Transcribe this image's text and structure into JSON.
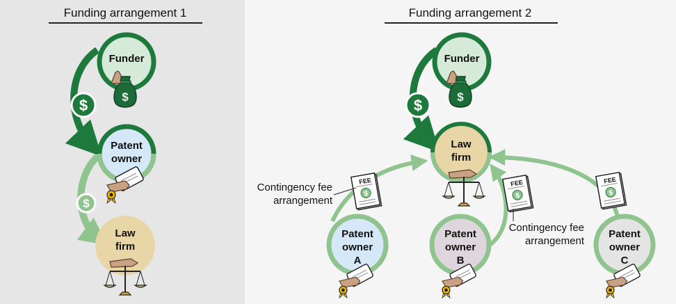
{
  "colors": {
    "dark_green": "#1e7a3c",
    "light_green": "#8fc48f",
    "funder_fill": "#d6ead9",
    "owner_fill": "#d4e8f7",
    "lawfirm_fill": "#e9d6a7",
    "owner_b_fill": "#ded6dc",
    "owner_c_fill": "#e4e4e4",
    "left_panel_bg": "#e6e6e6",
    "right_panel_bg": "#f5f5f5"
  },
  "arrangement1": {
    "title": "Funding arrangement 1",
    "funder": {
      "label": "Funder",
      "icon": "money-bag-icon"
    },
    "patent_owner": {
      "line1": "Patent",
      "line2": "owner",
      "icon": "patent-certificate-icon"
    },
    "law_firm": {
      "line1": "Law",
      "line2": "firm",
      "icon": "scales-of-justice-icon"
    },
    "big_payment_symbol": "$",
    "small_payment_symbol": "$"
  },
  "arrangement2": {
    "title": "Funding arrangement 2",
    "funder": {
      "label": "Funder",
      "icon": "money-bag-icon"
    },
    "law_firm": {
      "line1": "Law",
      "line2": "firm",
      "icon": "scales-of-justice-icon"
    },
    "payment_symbol": "$",
    "owners": [
      {
        "line1": "Patent",
        "line2": "owner",
        "line3": "A",
        "icon": "patent-certificate-icon"
      },
      {
        "line1": "Patent",
        "line2": "owner",
        "line3": "B",
        "icon": "patent-certificate-icon"
      },
      {
        "line1": "Patent",
        "line2": "owner",
        "line3": "C",
        "icon": "patent-certificate-icon"
      }
    ],
    "fee_doc_label": "FEE",
    "notes": [
      {
        "line1": "Contingency fee",
        "line2": "arrangement"
      },
      {
        "line1": "Contingency fee",
        "line2": "arrangement"
      }
    ]
  }
}
